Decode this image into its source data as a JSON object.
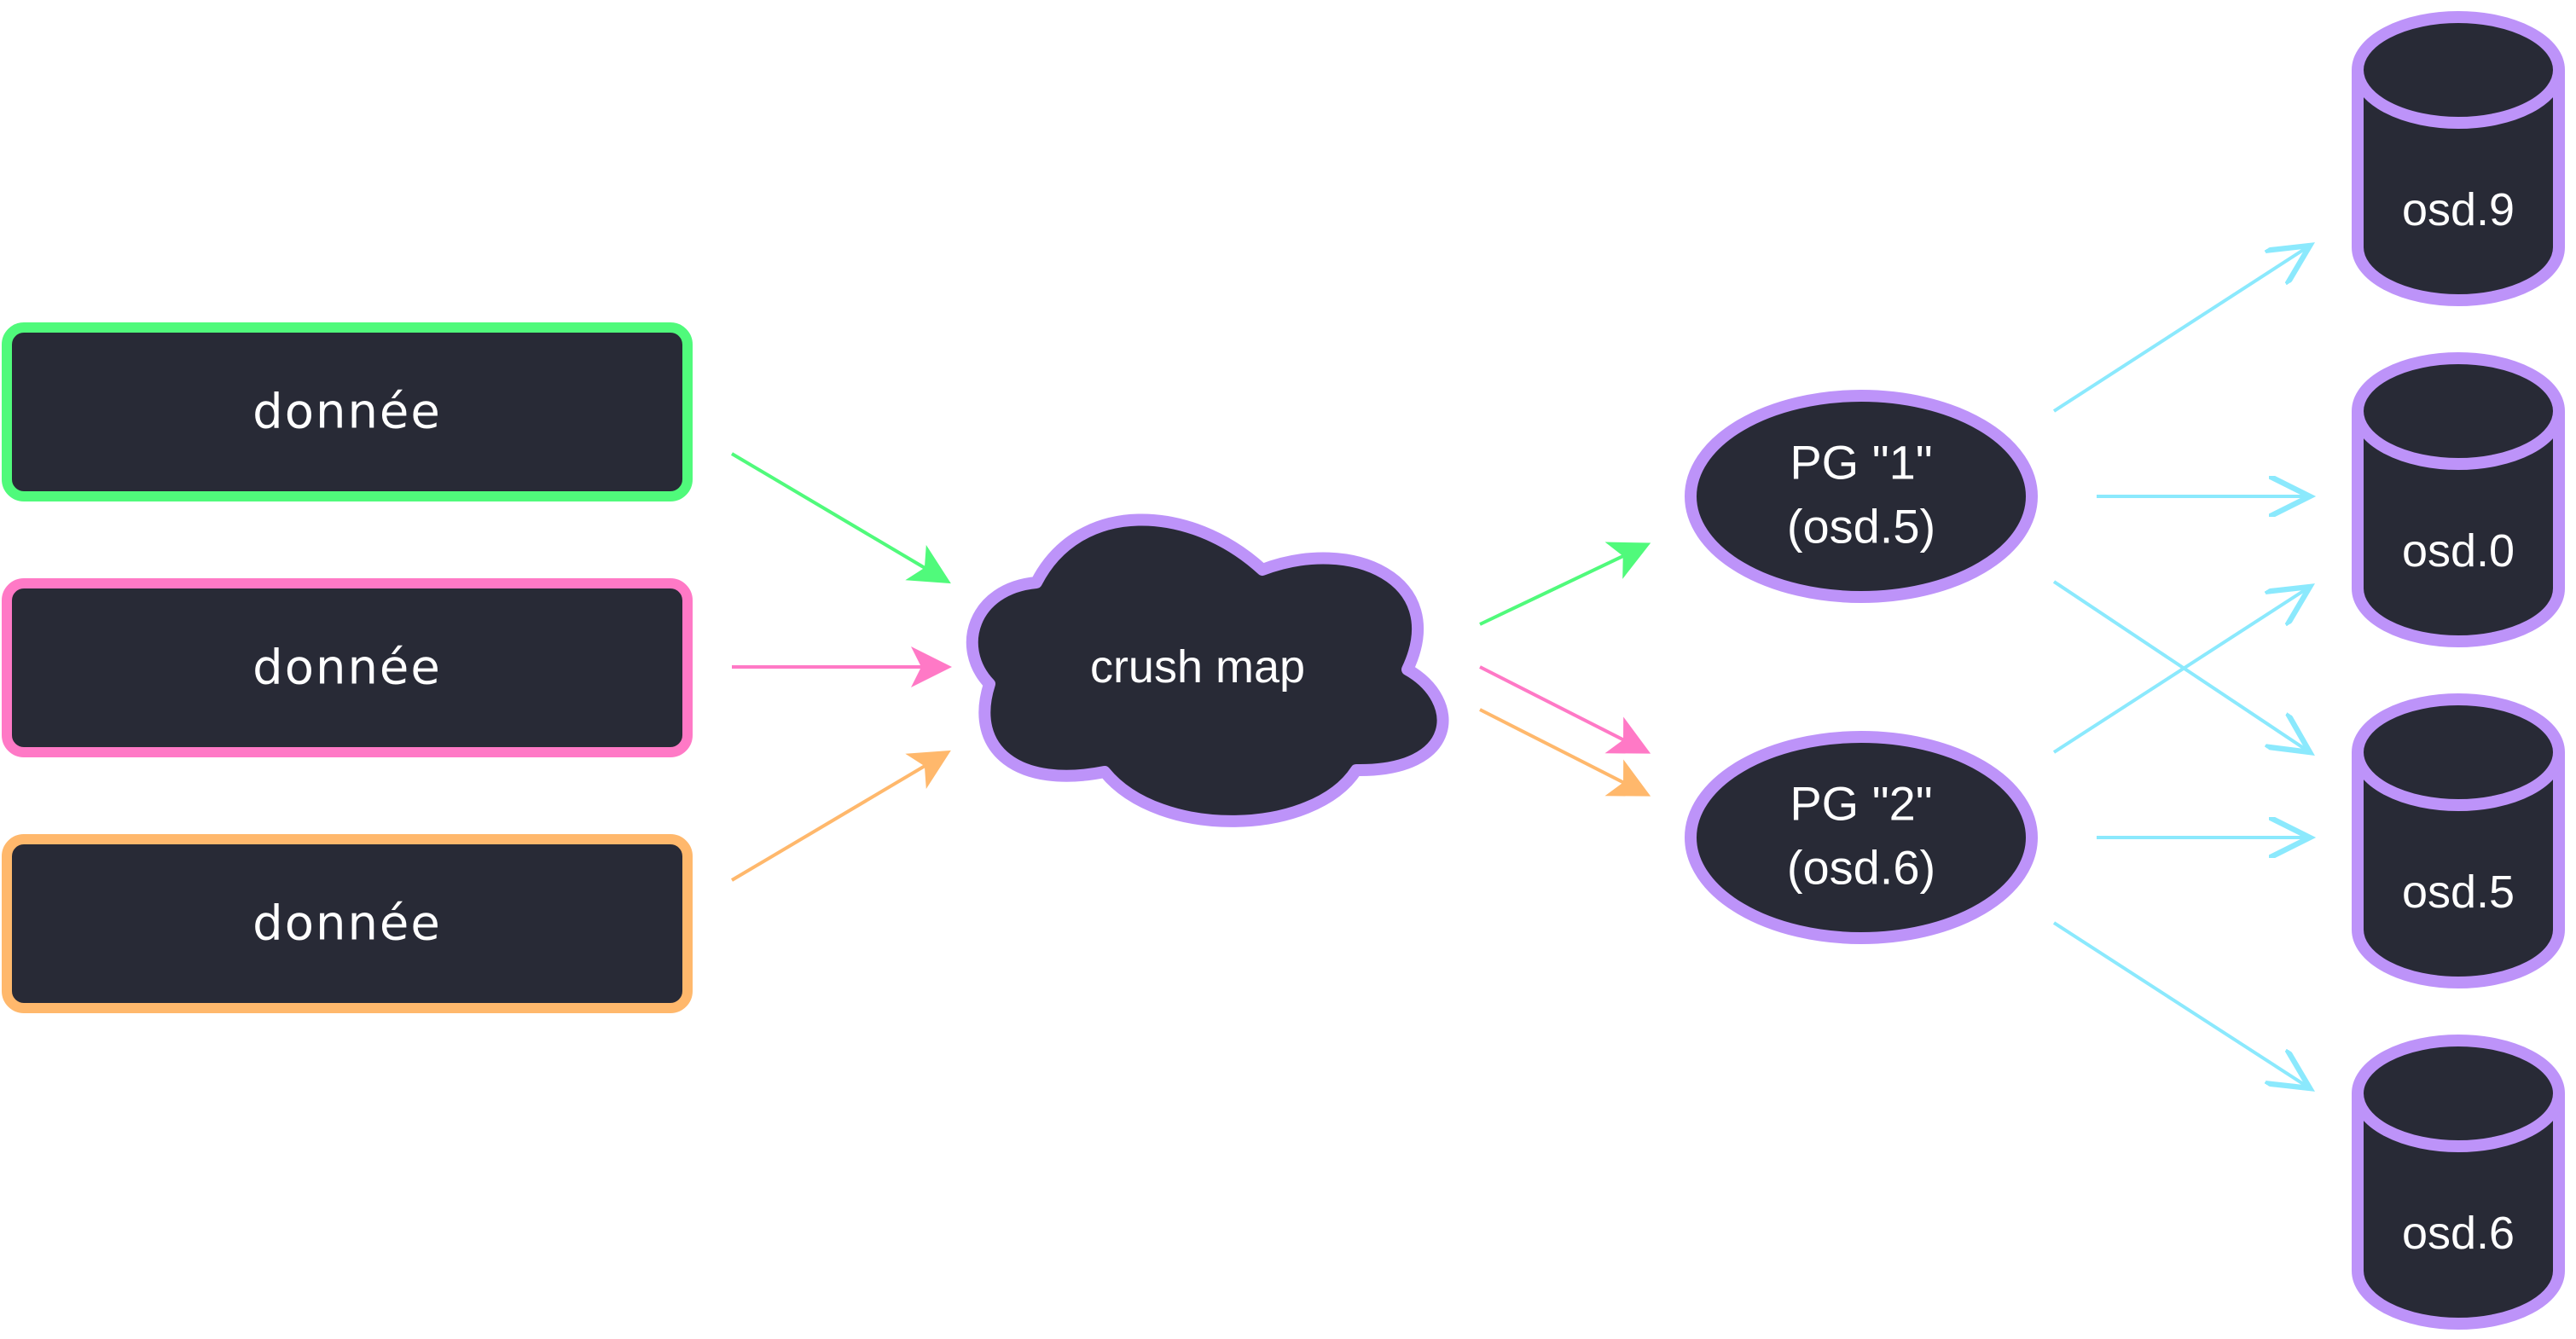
{
  "colors": {
    "node_fill": "#282a36",
    "purple": "#bd93f9",
    "green": "#50fa7b",
    "pink": "#ff79c6",
    "orange": "#ffb86c",
    "cyan": "#8be9fd",
    "background": "#ffffff"
  },
  "data_boxes": [
    {
      "label": "donnée",
      "color": "#50fa7b"
    },
    {
      "label": "donnée",
      "color": "#ff79c6"
    },
    {
      "label": "donnée",
      "color": "#ffb86c"
    }
  ],
  "crush_map": {
    "label": "crush map"
  },
  "placement_groups": [
    {
      "line1": "PG \"1\"",
      "line2": "(osd.5)"
    },
    {
      "line1": "PG \"2\"",
      "line2": "(osd.6)"
    }
  ],
  "osds": [
    {
      "label": "osd.9"
    },
    {
      "label": "osd.0"
    },
    {
      "label": "osd.5"
    },
    {
      "label": "osd.6"
    }
  ]
}
